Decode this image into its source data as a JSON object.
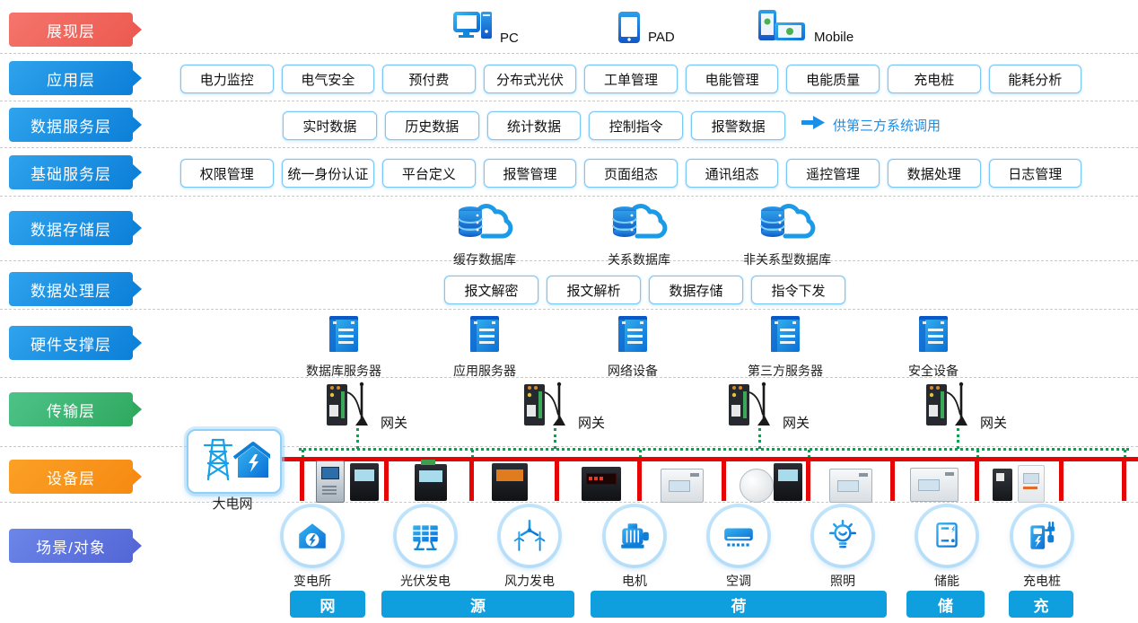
{
  "layers": [
    {
      "label": "展现层",
      "color": "#ec5a50"
    },
    {
      "label": "应用层",
      "color": "#0c7fd8"
    },
    {
      "label": "数据服务层",
      "color": "#0c7fd8"
    },
    {
      "label": "基础服务层",
      "color": "#0c7fd8"
    },
    {
      "label": "数据存储层",
      "color": "#0c7fd8"
    },
    {
      "label": "数据处理层",
      "color": "#0c7fd8"
    },
    {
      "label": "硬件支撑层",
      "color": "#0c7fd8"
    },
    {
      "label": "传输层",
      "color": "#2fa95f"
    },
    {
      "label": "设备层",
      "color": "#f68a12"
    },
    {
      "label": "场景/对象",
      "color": "#5668d8"
    }
  ],
  "presentation": {
    "items": [
      {
        "label": "PC",
        "icon": "pc-icon"
      },
      {
        "label": "PAD",
        "icon": "tablet-icon"
      },
      {
        "label": "Mobile",
        "icon": "mobile-icon"
      }
    ]
  },
  "application": {
    "items": [
      "电力监控",
      "电气安全",
      "预付费",
      "分布式光伏",
      "工单管理",
      "电能管理",
      "电能质量",
      "充电桩",
      "能耗分析"
    ]
  },
  "data_service": {
    "items": [
      "实时数据",
      "历史数据",
      "统计数据",
      "控制指令",
      "报警数据"
    ],
    "note": "供第三方系统调用",
    "note_icon": "arrow-right-icon"
  },
  "base_service": {
    "items": [
      "权限管理",
      "统一身份认证",
      "平台定义",
      "报警管理",
      "页面组态",
      "通讯组态",
      "遥控管理",
      "数据处理",
      "日志管理"
    ]
  },
  "storage": {
    "icon": "cloud-database-icon",
    "items": [
      "缓存数据库",
      "关系数据库",
      "非关系型数据库"
    ]
  },
  "processing": {
    "items": [
      "报文解密",
      "报文解析",
      "数据存储",
      "指令下发"
    ]
  },
  "hardware": {
    "icon": "server-icon",
    "items": [
      "数据库服务器",
      "应用服务器",
      "网络设备",
      "第三方服务器",
      "安全设备"
    ]
  },
  "transport": {
    "icon": "gateway-icon",
    "gateway_label": "网关",
    "gateway_count": 4
  },
  "device_layer": {
    "grid_label": "大电网",
    "grid_icon": "power-tower-house-icon",
    "bus_color": "#e60505",
    "link_color": "#0aa24f",
    "devices": [
      "protection-relay",
      "power-meter",
      "power-meter",
      "power-meter",
      "led-power-meter",
      "din-rail-meter",
      "round-sensor",
      "power-meter",
      "din-rail-meter",
      "din-rail-meter",
      "wallbox-charger",
      "energy-meter"
    ]
  },
  "scene": {
    "items": [
      {
        "label": "变电所",
        "icon": "substation-icon"
      },
      {
        "label": "光伏发电",
        "icon": "solar-panel-icon"
      },
      {
        "label": "风力发电",
        "icon": "wind-turbine-icon"
      },
      {
        "label": "电机",
        "icon": "motor-icon"
      },
      {
        "label": "空调",
        "icon": "air-conditioner-icon"
      },
      {
        "label": "照明",
        "icon": "light-bulb-icon"
      },
      {
        "label": "储能",
        "icon": "battery-storage-icon"
      },
      {
        "label": "充电桩",
        "icon": "ev-charger-icon"
      }
    ]
  },
  "bands": [
    {
      "label": "网"
    },
    {
      "label": "源"
    },
    {
      "label": "荷"
    },
    {
      "label": "储"
    },
    {
      "label": "充"
    }
  ],
  "colors": {
    "chip_border": "#79c7f4",
    "band_blue": "#0f9fdf",
    "note_blue": "#1b8fe8",
    "icon_blue_light": "#36b3f0",
    "icon_blue_dark": "#0a6fd6"
  }
}
